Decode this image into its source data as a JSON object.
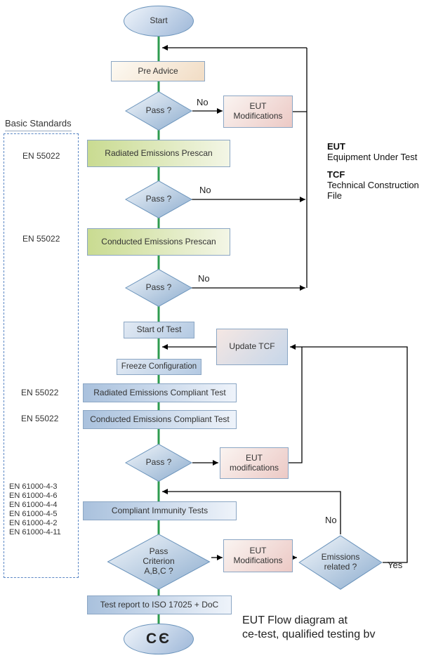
{
  "colors": {
    "flow_line_green": "#2e9b4f",
    "connector_black": "#000000",
    "diamond_border": "#6a93bb",
    "standards_panel_border": "#5b87c5"
  },
  "caption": {
    "line1": "EUT Flow diagram at",
    "line2": "ce-test, qualified testing  bv"
  },
  "legend": {
    "eut_term": "EUT",
    "eut_def": "Equipment Under Test",
    "tcf_term": "TCF",
    "tcf_def_line1": "Technical Construction",
    "tcf_def_line2": "File"
  },
  "standards": {
    "title": "Basic Standards",
    "radiated_prescan": "EN 55022",
    "conducted_prescan": "EN 55022",
    "radiated_compliant": "EN 55022",
    "conducted_compliant": "EN 55022",
    "immunity": [
      "EN 61000-4-3",
      "EN 61000-4-6",
      "EN 61000-4-4",
      "EN 61000-4-5",
      "EN 61000-4-2",
      "EN 61000-4-11"
    ]
  },
  "nodes": {
    "start": "Start",
    "pre_advice": "Pre Advice",
    "pass_1": "Pass ?",
    "eut_mods_1": {
      "line1": "EUT",
      "line2": "Modifications"
    },
    "radiated_prescan": "Radiated Emissions Prescan",
    "pass_2": "Pass ?",
    "conducted_prescan": "Conducted Emissions Prescan",
    "pass_3": "Pass ?",
    "start_of_test": "Start of Test",
    "update_tcf": "Update TCF",
    "freeze_configuration": "Freeze Configuration",
    "radiated_compliant": "Radiated Emissions Compliant Test",
    "conducted_compliant": "Conducted Emissions Compliant Test",
    "pass_4": "Pass ?",
    "eut_mods_2": {
      "line1": "EUT",
      "line2": "modifications"
    },
    "compliant_immunity": "Compliant Immunity Tests",
    "pass_criterion": {
      "line1": "Pass",
      "line2": "Criterion",
      "line3": "A,B,C ?"
    },
    "eut_mods_3": {
      "line1": "EUT",
      "line2": "Modifications"
    },
    "emissions_related": {
      "line1": "Emissions",
      "line2": "related ?"
    },
    "test_report": "Test report to ISO 17025 + DoC",
    "ce_mark": "CЄ"
  },
  "edge_labels": {
    "no_pass_1": "No",
    "no_pass_2": "No",
    "no_pass_3": "No",
    "no_emissions": "No",
    "yes_emissions": "Yes"
  }
}
